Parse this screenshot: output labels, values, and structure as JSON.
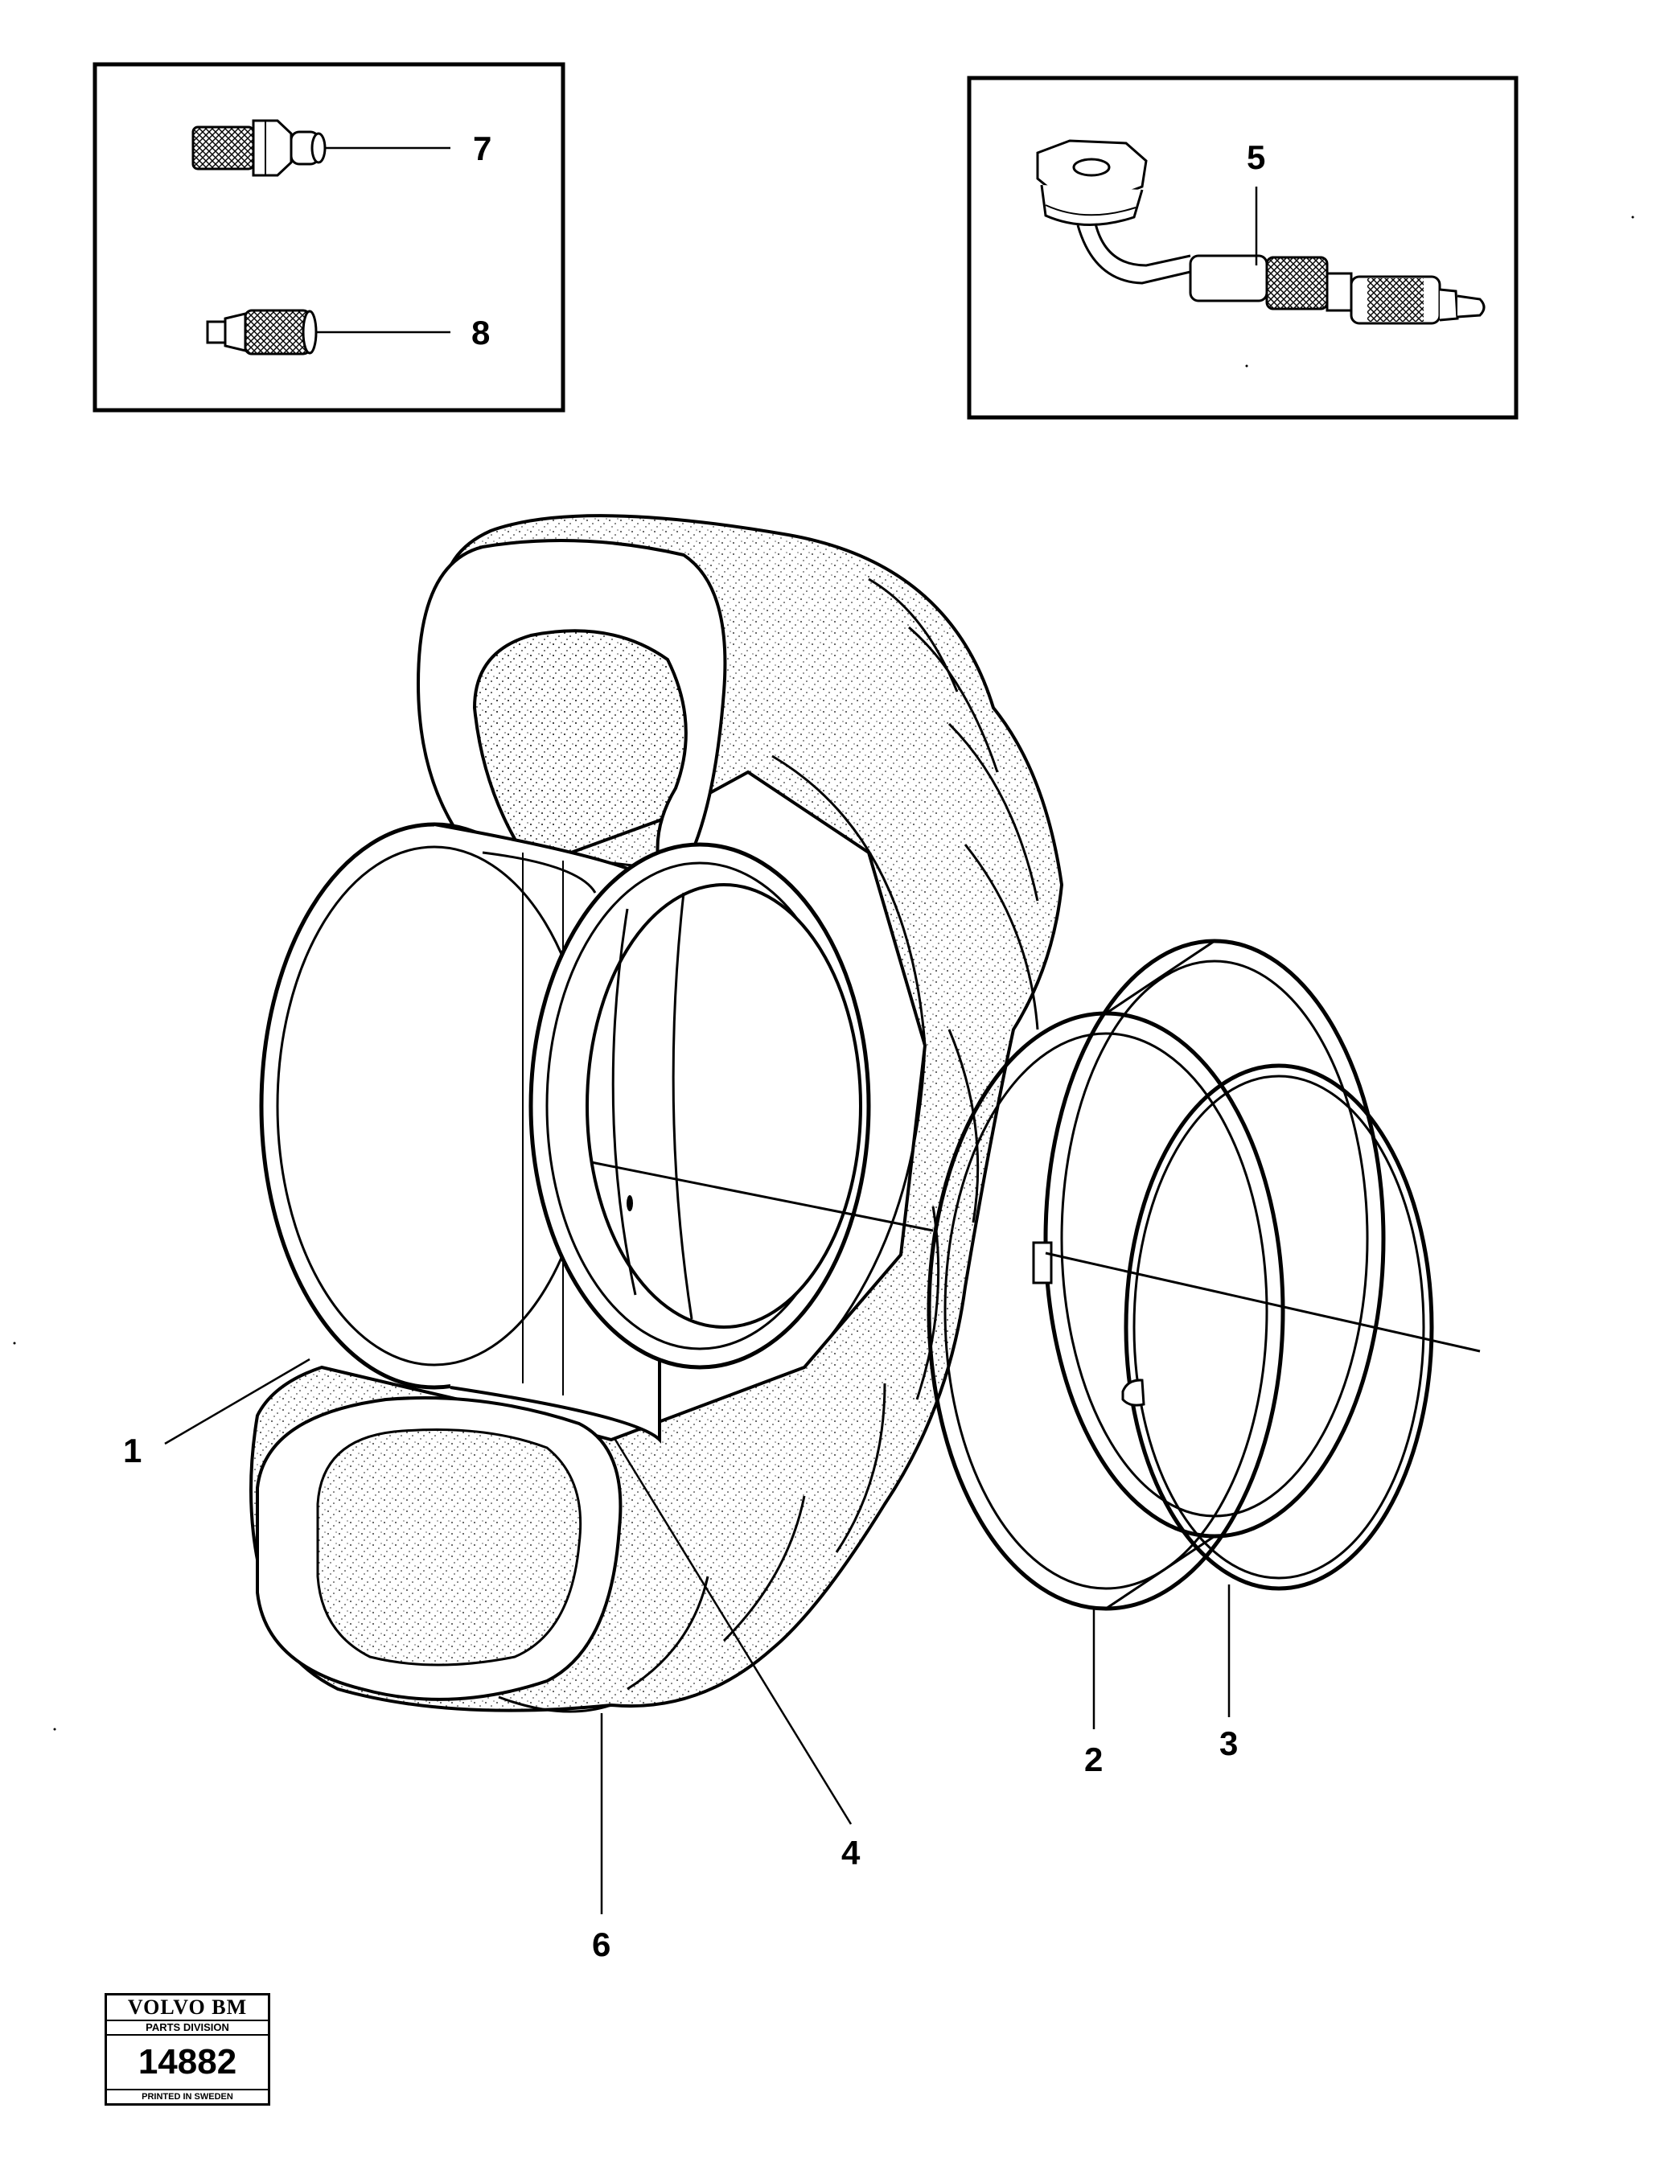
{
  "callouts": {
    "rim": "1",
    "flange_ring": "2",
    "lock_ring": "3",
    "o_ring": "4",
    "tube_valve": "5",
    "tire": "6",
    "valve_adapter": "7",
    "valve_cap": "8"
  },
  "stamp": {
    "brand": "VOLVO BM",
    "division": "PARTS DIVISION",
    "number": "14882",
    "printed": "PRINTED IN SWEDEN"
  }
}
